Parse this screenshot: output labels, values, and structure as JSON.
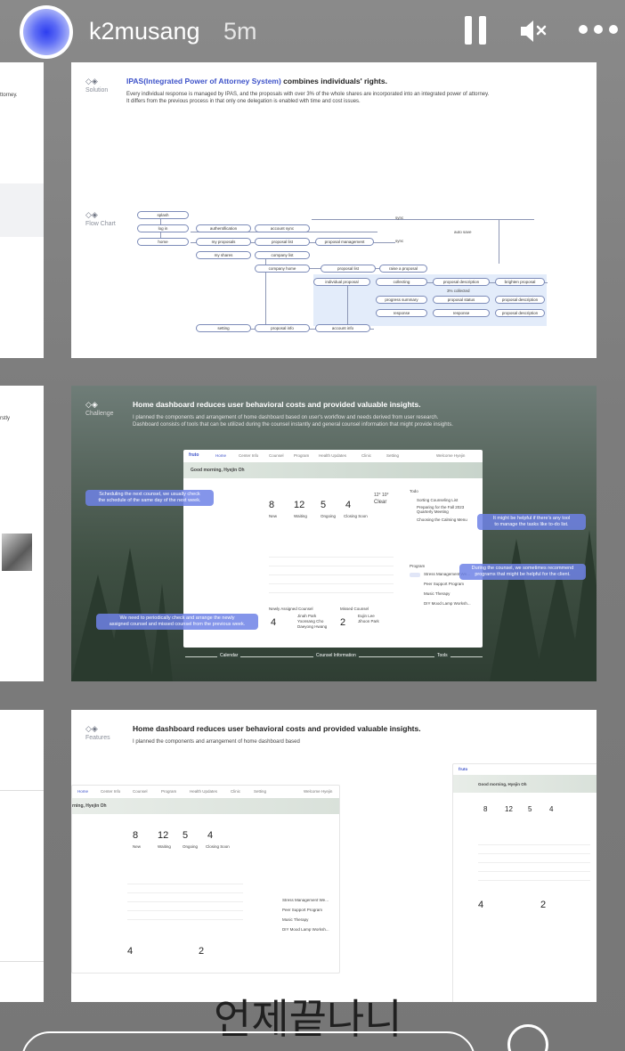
{
  "header": {
    "username": "k2musang",
    "time": "5m",
    "icons": [
      "pause-icon",
      "mute-icon",
      "more-icon"
    ]
  },
  "left_fragments": {
    "f1": "ttorney.",
    "f2": "rstly"
  },
  "slide1": {
    "section": "Solution",
    "title_highlight": "IPAS(Integrated Power of Attorney System)",
    "title_rest": " combines individuals' rights.",
    "desc1": "Every individual response is managed by IPAS, and the proposals with over 3% of the whole shares are incorporated into an integrated power of attorney.",
    "desc2": "It differs from the previous process in that only one delegation is enabled with time and cost issues.",
    "flow_section": "Flow Chart",
    "nodes": {
      "splash": "splash",
      "login": "log in",
      "home": "home",
      "auth": "authentification",
      "account_sync": "account sync",
      "my_proposals": "my proposals",
      "proposal_list": "proposal list",
      "proposal_management": "proposal management",
      "my_shares": "my shares",
      "company_list": "company list",
      "company_home": "company home",
      "proposal_list2": "proposal list",
      "raise_proposal": "raise a proposal",
      "individual_proposal": "individual proposal",
      "collecting": "collecting",
      "proposal_description": "proposal description",
      "progress": "progress summary",
      "proposal_status": "proposal status",
      "response": "response",
      "proposal_description2": "proposal description",
      "proposal_description3": "proposal description",
      "collected": "3% collected",
      "setting": "setting",
      "proposal_info": "proposal info",
      "account_info": "account info",
      "sync": "sync",
      "auto_save": "auto save",
      "brighten": "brighten proposal"
    }
  },
  "slide2": {
    "section": "Challenge",
    "title": "Home dashboard reduces user behavioral costs and provided valuable insights.",
    "desc1": "I planned the components and arrangement of home dashboard based on user's workflow and needs derived from user research.",
    "desc2": "Dashboard consists of tools that can be utilized during the counsel instantly and general counsel information that might provide insights.",
    "dashboard": {
      "logo": "fruto",
      "nav": [
        "Home",
        "Center Info",
        "Counsel",
        "Program",
        "Health Updates",
        "Clinic",
        "Setting"
      ],
      "user": "Welcome Hyejin",
      "greeting": "Good morning, Hyejin Oh",
      "stats": [
        {
          "value": "8",
          "label": "New"
        },
        {
          "value": "12",
          "label": "Waiting"
        },
        {
          "value": "5",
          "label": "Ongoing"
        },
        {
          "value": "4",
          "label": "Closing Soon"
        }
      ],
      "weather": "12° 10°",
      "weather_state": "Clear",
      "todo_title": "Todo",
      "todos": [
        "Sorting Counseling List",
        "Preparing for the Fall 2023 Quarterly Meeting",
        "Choosing the Calming Menu"
      ],
      "programs_title": "Program",
      "programs": [
        "Stress Management We...",
        "Peer Support Program",
        "Music Therapy",
        "DIY Mood Lamp Worksh..."
      ],
      "assigned_label": "Newly Assigned Counsel",
      "assigned_count": "4",
      "assigned_names": [
        "Jinah Park",
        "Yoonsang Cho",
        "Daeyong Hwang"
      ],
      "missed_label": "Missed Counsel",
      "missed_count": "2",
      "missed_names": [
        "Eujin Lee",
        "Jihoon Park"
      ]
    },
    "callouts": {
      "c1a": "Scheduling the next counsel, we usually check",
      "c1b": "the schedule of the same day of the next week.",
      "c2a": "It might be helpful if there's any tool",
      "c2b": "to manage the tasks like to-do list.",
      "c3a": "During the counsel, we sometimes recommend",
      "c3b": "programs that might be helpful for the client.",
      "c4a": "We need to periodically check and arrange the newly",
      "c4b": "assigned counsel and missed counsel from the previous week."
    },
    "bottom_labels": [
      "Calendar",
      "Counsel Information",
      "Tools"
    ]
  },
  "slide3": {
    "section": "Features",
    "title": "Home dashboard reduces user behavioral costs and provided valuable insights.",
    "desc": "I planned the components and arrangement of home dashboard based",
    "dashboard": {
      "logo": "fruto",
      "nav": [
        "Home",
        "Center Info",
        "Counsel",
        "Program",
        "Health Updates",
        "Clinic",
        "Setting"
      ],
      "user": "Welcome Hyejin",
      "greeting": "rning, Hyejin Oh",
      "greeting2": "Good morning, Hyejin Oh",
      "stats": [
        {
          "value": "8",
          "label": "New"
        },
        {
          "value": "12",
          "label": "Waiting"
        },
        {
          "value": "5",
          "label": "Ongoing"
        },
        {
          "value": "4",
          "label": "Closing Soon"
        }
      ],
      "assigned_count": "4",
      "missed_count": "2",
      "programs": [
        "Stress Management We...",
        "Peer Support Program",
        "Music Therapy",
        "DIY Mood Lamp Worksh..."
      ]
    }
  },
  "caption": "언제끝나니"
}
